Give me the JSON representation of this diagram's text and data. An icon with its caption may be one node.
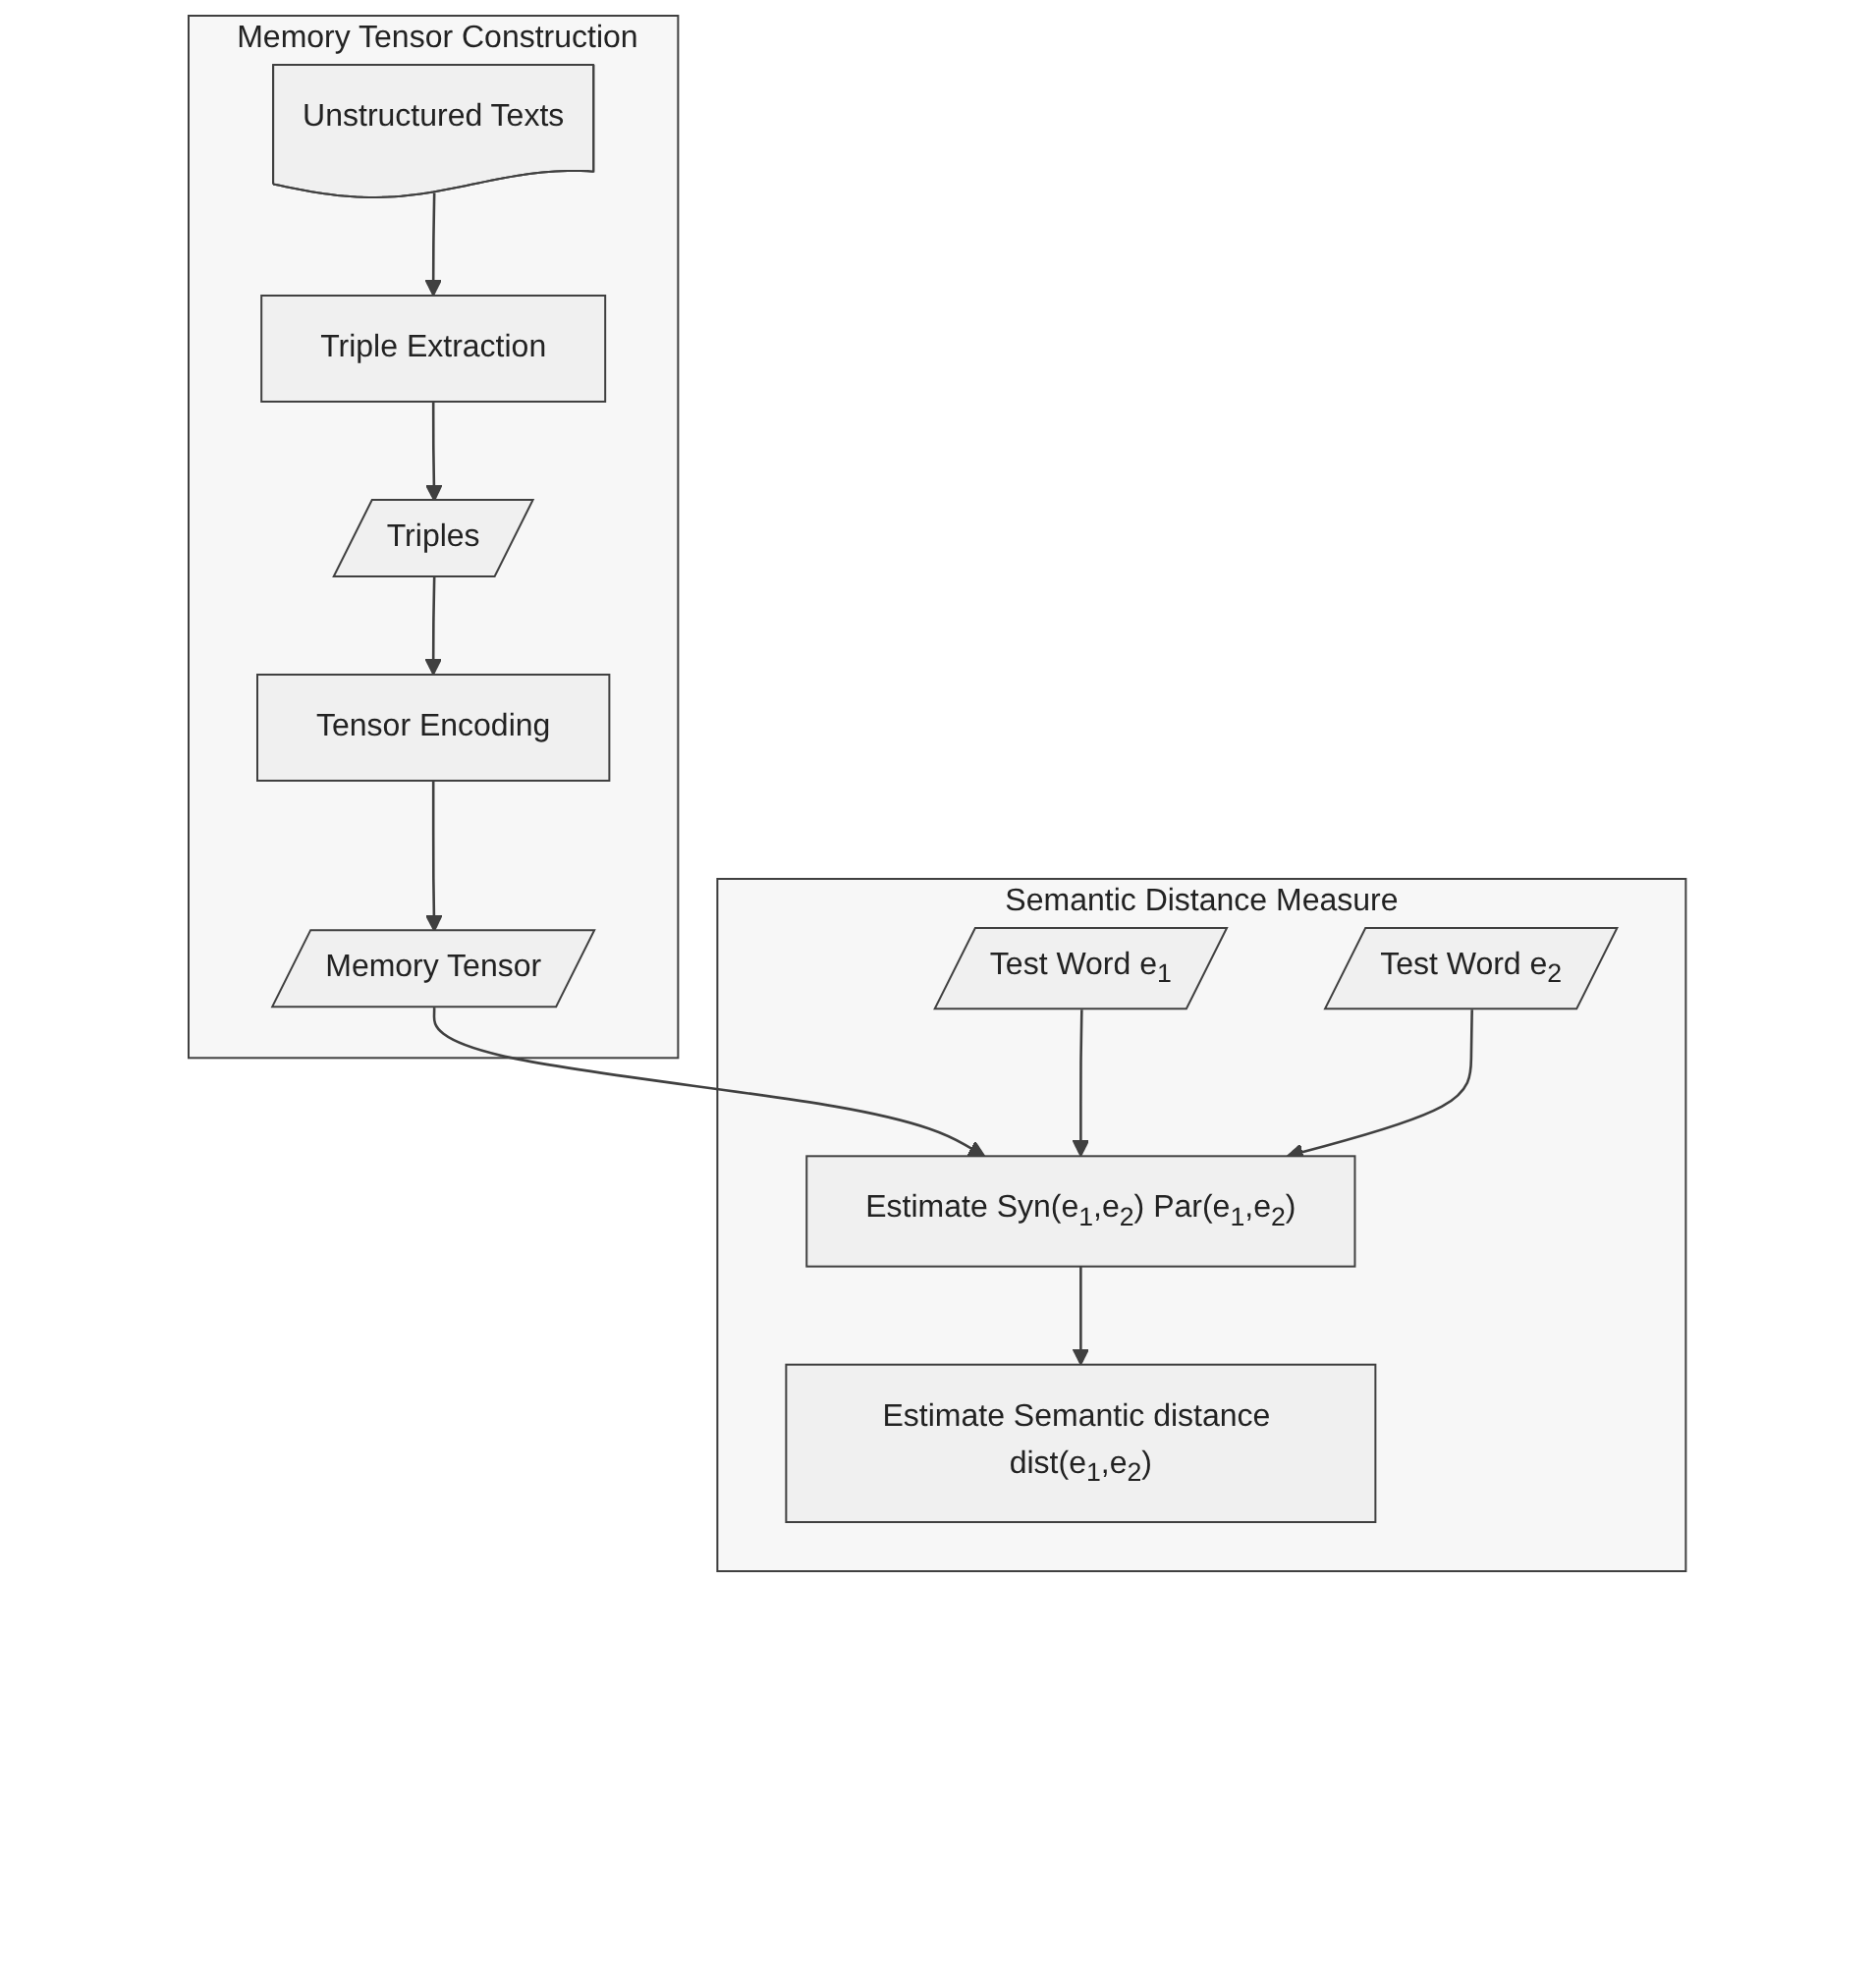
{
  "diagram": {
    "nodes": [
      {
        "text": [
          "Memory Tensor Construction"
        ]
      },
      {
        "text": [
          "Unstructured Texts"
        ],
        "in": 0
      },
      {
        "text": [
          "Triple Extraction"
        ],
        "in": 0
      },
      {
        "text": [
          "Triples"
        ],
        "in": 0
      },
      {
        "text": [
          "Tensor Encoding"
        ],
        "in": 0
      },
      {
        "text": [
          "Memory Tensor"
        ],
        "in": 0
      },
      {
        "text": [
          "Semantic Distance Measure"
        ]
      },
      {
        "text": [
          "Test Word e$_{1}$"
        ],
        "in": 6
      },
      {
        "text": [
          "Test Word e$_{2}$"
        ],
        "in": 6
      },
      {
        "text": [
          "Estimate Syn(e$_{1}$,e$_{2}$) Par(e$_{1}$,e$_{2}$)"
        ],
        "in": 6
      },
      {
        "text": [
          "Estimate Semantic distance dist(e$_{1}$,e$_{2}$)"
        ],
        "in": 6
      }
    ],
    "edges": [
      {
        "from": 1,
        "to": 2,
        "arrow": "to"
      },
      {
        "from": 2,
        "to": 3,
        "arrow": "to"
      },
      {
        "from": 3,
        "to": 4,
        "arrow": "to"
      },
      {
        "from": 4,
        "to": 5,
        "arrow": "to"
      },
      {
        "from": 5,
        "to": 9,
        "arrow": "to"
      },
      {
        "from": 7,
        "to": 9,
        "arrow": "to"
      },
      {
        "from": 8,
        "to": 9,
        "arrow": "to"
      },
      {
        "from": 9,
        "to": 10,
        "arrow": "to"
      }
    ]
  }
}
